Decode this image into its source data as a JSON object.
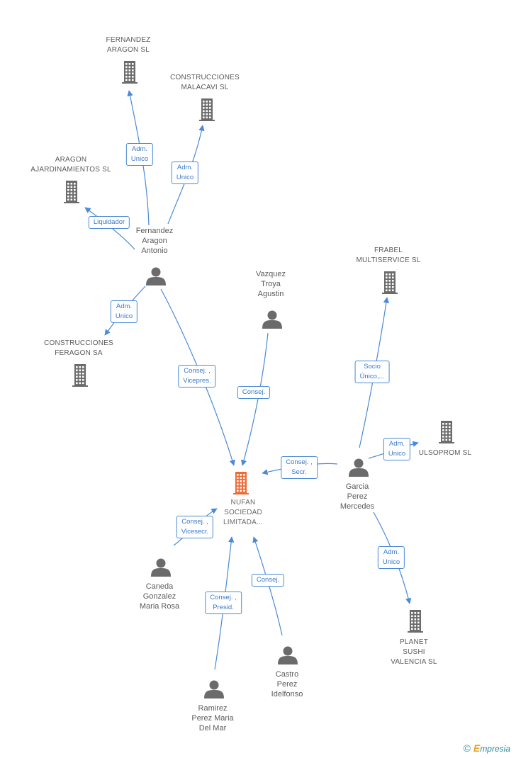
{
  "colors": {
    "edge": "#4a8ad6",
    "icon_gray": "#6b6b6b",
    "icon_focus": "#f06a35",
    "label_text": "#5a5a5a"
  },
  "nodes": [
    {
      "id": "nufan",
      "type": "company",
      "icon": "building-icon",
      "focus": true,
      "label": [
        "NUFAN",
        "SOCIEDAD",
        "LIMITADA..."
      ]
    },
    {
      "id": "fernandez_aragon_sl",
      "type": "company",
      "icon": "building-icon",
      "label": [
        "FERNANDEZ",
        "ARAGON SL"
      ]
    },
    {
      "id": "construcciones_malacavi",
      "type": "company",
      "icon": "building-icon",
      "label": [
        "CONSTRUCCIONES",
        "MALACAVI SL"
      ]
    },
    {
      "id": "aragon_ajardinamientos",
      "type": "company",
      "icon": "building-icon",
      "label": [
        "ARAGON",
        "AJARDINAMIENTOS SL"
      ]
    },
    {
      "id": "construcciones_feragon",
      "type": "company",
      "icon": "building-icon",
      "label": [
        "CONSTRUCCIONES",
        "FERAGON SA"
      ]
    },
    {
      "id": "frabel",
      "type": "company",
      "icon": "building-icon",
      "label": [
        "FRABEL",
        "MULTISERVICE SL"
      ]
    },
    {
      "id": "ulsoprom",
      "type": "company",
      "icon": "building-icon",
      "label": [
        "ULSOPROM SL"
      ]
    },
    {
      "id": "planet_sushi",
      "type": "company",
      "icon": "building-icon",
      "label": [
        "PLANET",
        "SUSHI",
        "VALENCIA SL"
      ]
    },
    {
      "id": "fernandez_aragon_antonio",
      "type": "person",
      "icon": "person-icon",
      "label": [
        "Fernandez",
        "Aragon",
        "Antonio"
      ]
    },
    {
      "id": "vazquez_troya",
      "type": "person",
      "icon": "person-icon",
      "label": [
        "Vazquez",
        "Troya",
        "Agustin"
      ]
    },
    {
      "id": "garcia_perez",
      "type": "person",
      "icon": "person-icon",
      "label": [
        "Garcia",
        "Perez",
        "Mercedes"
      ]
    },
    {
      "id": "caneda_gonzalez",
      "type": "person",
      "icon": "person-icon",
      "label": [
        "Caneda",
        "Gonzalez",
        "Maria Rosa"
      ]
    },
    {
      "id": "ramirez_perez",
      "type": "person",
      "icon": "person-icon",
      "label": [
        "Ramirez",
        "Perez Maria",
        "Del Mar"
      ]
    },
    {
      "id": "castro_perez",
      "type": "person",
      "icon": "person-icon",
      "label": [
        "Castro",
        "Perez",
        "Idelfonso"
      ]
    }
  ],
  "edges": [
    {
      "from": "fernandez_aragon_antonio",
      "to": "fernandez_aragon_sl",
      "label": [
        "Adm.",
        "Unico"
      ]
    },
    {
      "from": "fernandez_aragon_antonio",
      "to": "construcciones_malacavi",
      "label": [
        "Adm.",
        "Unico"
      ]
    },
    {
      "from": "fernandez_aragon_antonio",
      "to": "aragon_ajardinamientos",
      "label": [
        "Liquidador"
      ]
    },
    {
      "from": "fernandez_aragon_antonio",
      "to": "construcciones_feragon",
      "label": [
        "Adm.",
        "Unico"
      ]
    },
    {
      "from": "fernandez_aragon_antonio",
      "to": "nufan",
      "label": [
        "Consej. ,",
        "Vicepres."
      ]
    },
    {
      "from": "vazquez_troya",
      "to": "nufan",
      "label": [
        "Consej."
      ]
    },
    {
      "from": "garcia_perez",
      "to": "nufan",
      "label": [
        "Consej. ,",
        "Secr."
      ]
    },
    {
      "from": "garcia_perez",
      "to": "frabel",
      "label": [
        "Socio",
        "Único,..."
      ]
    },
    {
      "from": "garcia_perez",
      "to": "ulsoprom",
      "label": [
        "Adm.",
        "Unico"
      ]
    },
    {
      "from": "garcia_perez",
      "to": "planet_sushi",
      "label": [
        "Adm.",
        "Unico"
      ]
    },
    {
      "from": "caneda_gonzalez",
      "to": "nufan",
      "label": [
        "Consej. ,",
        "Vicesecr."
      ]
    },
    {
      "from": "ramirez_perez",
      "to": "nufan",
      "label": [
        "Consej. ,",
        "Presid."
      ]
    },
    {
      "from": "castro_perez",
      "to": "nufan",
      "label": [
        "Consej."
      ]
    }
  ],
  "copyright": {
    "symbol": "©",
    "brand_initial": "E",
    "brand_rest": "mpresia"
  }
}
